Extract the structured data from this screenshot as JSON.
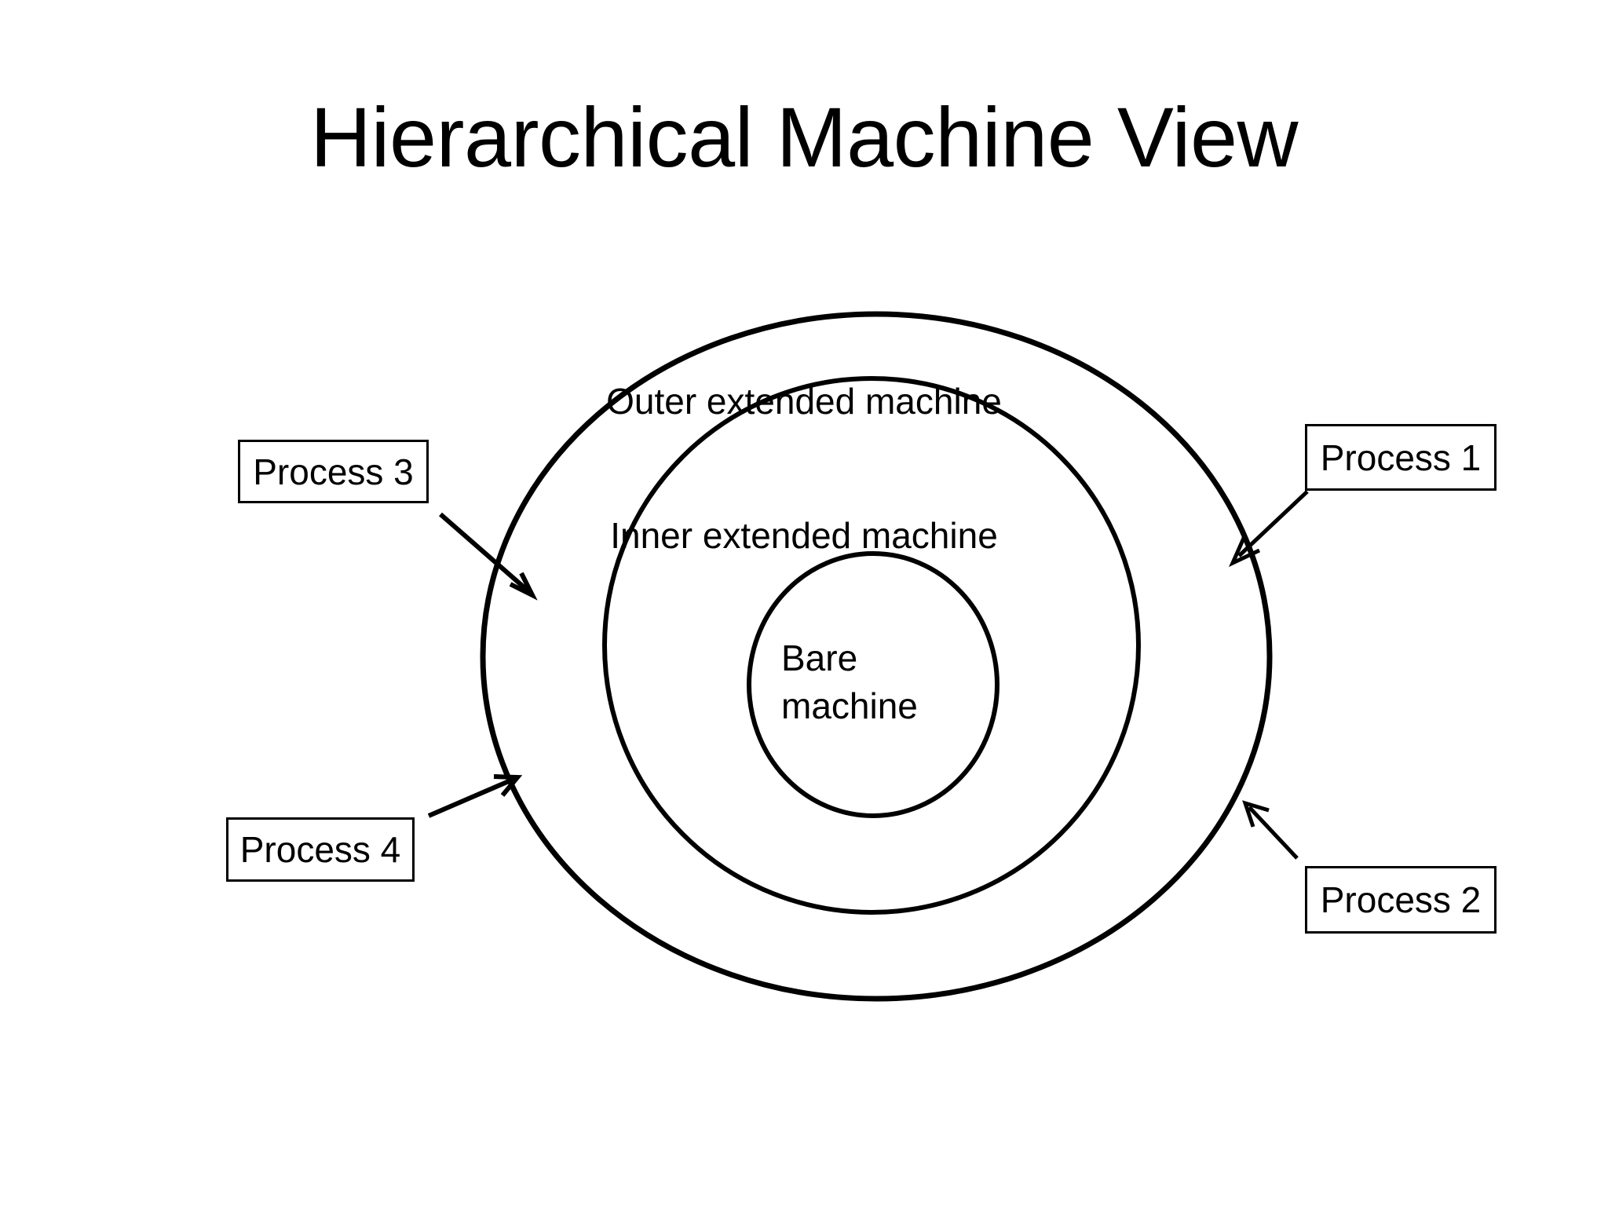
{
  "slide": {
    "title": "Hierarchical Machine View",
    "background_color": "#ffffff",
    "stroke_color": "#000000"
  },
  "diagram": {
    "type": "concentric-rings",
    "rings": [
      {
        "id": "outer",
        "label": "Outer extended machine"
      },
      {
        "id": "inner",
        "label": "Inner extended machine"
      },
      {
        "id": "core",
        "label": "Bare machine"
      }
    ],
    "labels": {
      "outer_machine": "Outer extended machine",
      "inner_machine": "Inner extended machine",
      "bare_machine": "Bare machine"
    },
    "callouts": [
      {
        "id": "process-1",
        "label": "Process 1",
        "target_ring": "outer",
        "position": "right-upper",
        "arrow_direction": "down-left"
      },
      {
        "id": "process-2",
        "label": "Process 2",
        "target_ring": "outer",
        "position": "right-lower",
        "arrow_direction": "up-left"
      },
      {
        "id": "process-3",
        "label": "Process 3",
        "target_ring": "outer",
        "position": "left-upper",
        "arrow_direction": "down-right"
      },
      {
        "id": "process-4",
        "label": "Process 4",
        "target_ring": "outer",
        "position": "left-lower",
        "arrow_direction": "up-right"
      }
    ]
  }
}
